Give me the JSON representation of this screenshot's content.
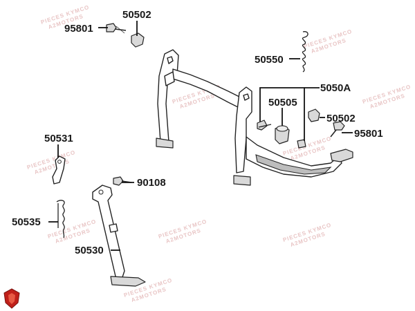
{
  "labels": {
    "l_95801_top": "95801",
    "l_50502_top": "50502",
    "l_50550": "50550",
    "l_5050A": "5050A",
    "l_50505": "50505",
    "l_50502_right": "50502",
    "l_95801_right": "95801",
    "l_50531": "50531",
    "l_90108": "90108",
    "l_50535": "50535",
    "l_50530": "50530"
  },
  "watermark": {
    "line1": "PIECES KYMCO",
    "line2": "A2MOTORS"
  },
  "colors": {
    "label": "#1a1a1a",
    "line": "#222222",
    "watermark": "#e9c6c6",
    "logo": "#c0201a"
  },
  "icons": {
    "logo": "shield-logo"
  }
}
